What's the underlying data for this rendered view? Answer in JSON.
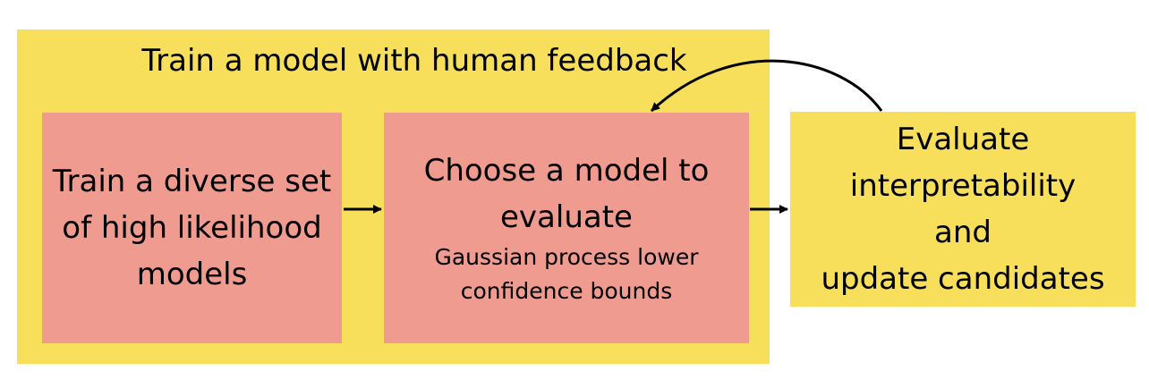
{
  "outer": {
    "title": "Train a model with human feedback"
  },
  "train_box": {
    "lines": [
      "Train a diverse set",
      "of high likelihood",
      "models"
    ]
  },
  "choose_box": {
    "lines": [
      "Choose a model to",
      "evaluate"
    ],
    "sub_lines": [
      "Gaussian process lower",
      "confidence bounds"
    ]
  },
  "evaluate_box": {
    "lines": [
      "Evaluate",
      "interpretability",
      "and",
      "update candidates"
    ]
  },
  "colors": {
    "outer": "#f7df5c",
    "inner": "#f09b8f",
    "evaluate": "#f7df5c",
    "arrow": "#000000"
  }
}
